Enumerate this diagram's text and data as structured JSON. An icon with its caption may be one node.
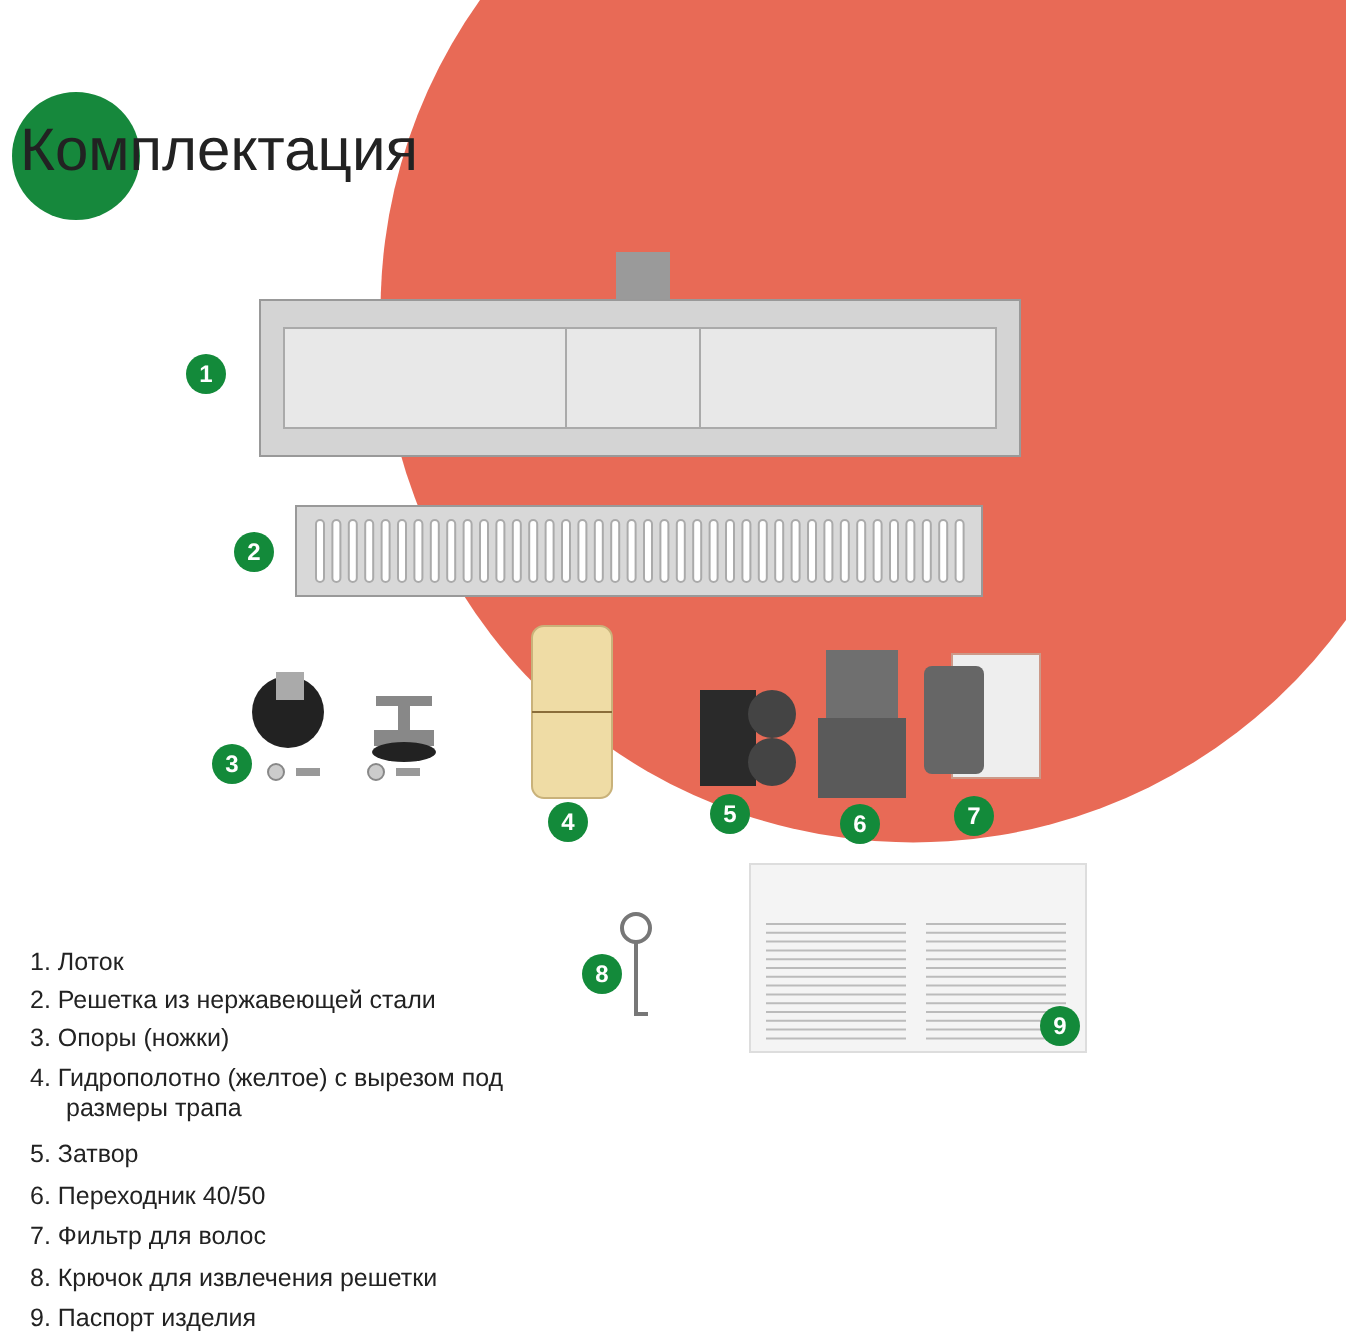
{
  "diagram": {
    "title": "Комплектация",
    "labels": [
      "1",
      "2",
      "3",
      "4",
      "5",
      "6",
      "7",
      "8",
      "9",
      "1. Лоток",
      "2. Решетка из нержавеющей стали",
      "3. Опоры (ножки)",
      "4. Гидрополотно (желтое) с вырезом под размеры трапа",
      "5. Затвор",
      "6. Переходник 40/50",
      "7. Фильтр для волос",
      "8. Крючок для извлечения решетки",
      "9. Паспорт изделия"
    ]
  }
}
